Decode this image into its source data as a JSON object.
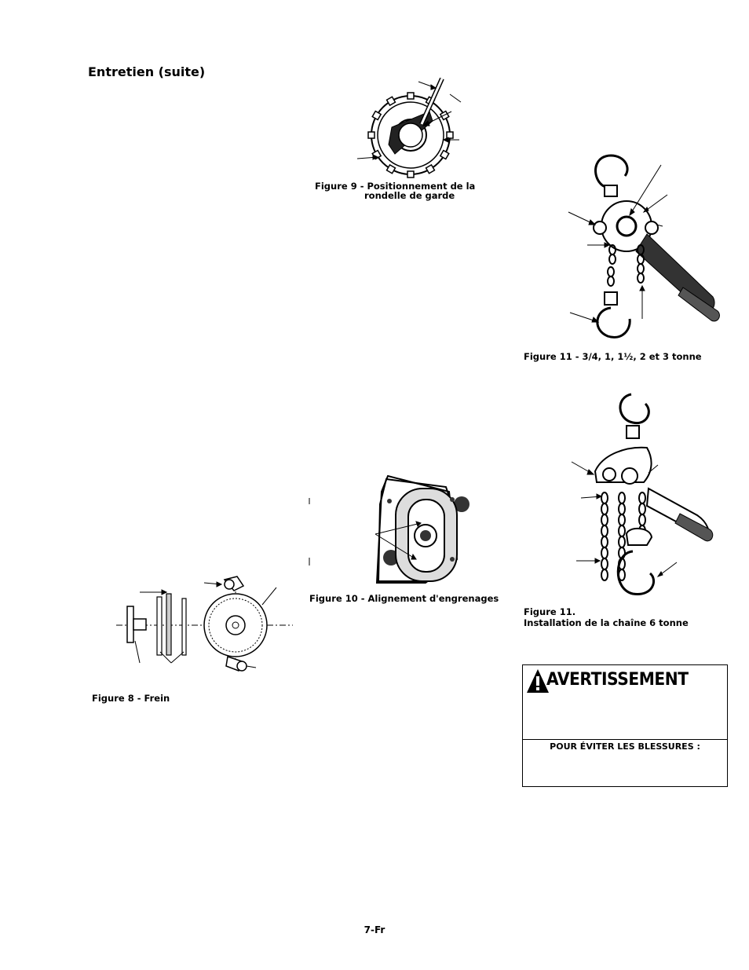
{
  "heading": "Entretien (suite)",
  "figures": {
    "fig9": {
      "line1": "Figure 9 - Positionnement de la",
      "line2": "rondelle de garde"
    },
    "fig11a": {
      "caption": "Figure 11 - 3/4, 1, 1½, 2 et 3 tonne"
    },
    "fig10": {
      "caption": "Figure 10 - Alignement d'engrenages"
    },
    "fig11b": {
      "line1": "Figure 11.",
      "line2": "Installation de la chaîne 6 tonne"
    },
    "fig8": {
      "caption": "Figure 8 - Frein"
    }
  },
  "warning": {
    "title": "AVERTISSEMENT",
    "subtitle": "POUR ÉVITER LES BLESSURES :",
    "icon": "exclamation-triangle-icon"
  },
  "page_number": "7-Fr"
}
